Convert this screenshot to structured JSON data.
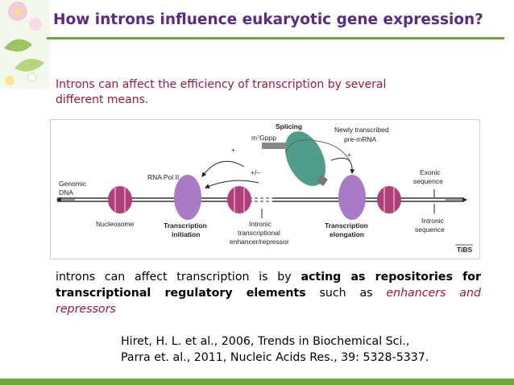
{
  "slide": {
    "title": "How introns influence eukaryotic gene expression?",
    "intro_line1": "Introns can affect the efficiency of transcription by several",
    "intro_line2": "different means.",
    "paragraph": {
      "part1": "introns can affect transcription is by ",
      "bold": "acting as repositories for transcriptional regulatory elements",
      "part2": " such as ",
      "highlight": "enhancers and repressors"
    },
    "references": [
      "Hiret, H. L. et al., 2006, Trends in Biochemical Sci.,",
      "Parra et. al., 2011, Nucleic Acids Res., 39: 5328-5337."
    ]
  },
  "figure": {
    "splicing": "Splicing",
    "cap": "m⁷Gppp",
    "pre_mrna_1": "Newly transcribed",
    "pre_mrna_2": "pre-mRNA",
    "plus1": "+",
    "plus2": "+",
    "plusminus": "+/–",
    "rna_pol": "RNA Pol II",
    "genomic_1": "Genomic",
    "genomic_2": "DNA",
    "exonic_1": "Exonic",
    "exonic_2": "sequence",
    "nucleosome": "Nucleosome",
    "tinit_1": "Transcription",
    "tinit_2": "initiation",
    "intronic_enh_1": "Intronic",
    "intronic_enh_2": "transcriptional",
    "intronic_enh_3": "enhancer/repressor",
    "telong_1": "Transcription",
    "telong_2": "elongation",
    "intronic_seq_1": "Intronic",
    "intronic_seq_2": "sequence",
    "journal": "TiBS"
  },
  "colors": {
    "title": "#5b2a86",
    "accent_red": "#a0163c",
    "bar_green": "#6fa83a",
    "polymerase": "#a97bc6",
    "nucleosome": "#b0407a",
    "spliceosome": "#4f9e8a"
  }
}
